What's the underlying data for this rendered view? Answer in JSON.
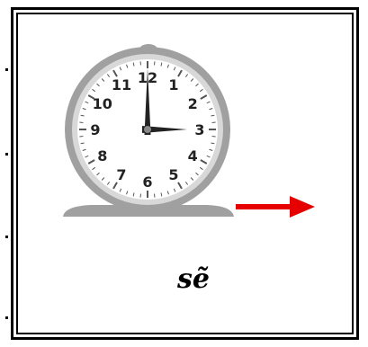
{
  "clock": {
    "numerals": [
      "12",
      "1",
      "2",
      "3",
      "4",
      "5",
      "6",
      "7",
      "8",
      "9",
      "10",
      "11"
    ],
    "time": {
      "hour": 3,
      "minute": 0
    },
    "icon": "alarm-clock-icon",
    "colors": {
      "bell": "#a0a0a0",
      "face": "#ffffff",
      "hands": "#222222",
      "numerals": "#222222"
    }
  },
  "arrow": {
    "icon": "right-arrow-icon",
    "color": "#e60000"
  },
  "caption": {
    "text": "sẽ"
  }
}
